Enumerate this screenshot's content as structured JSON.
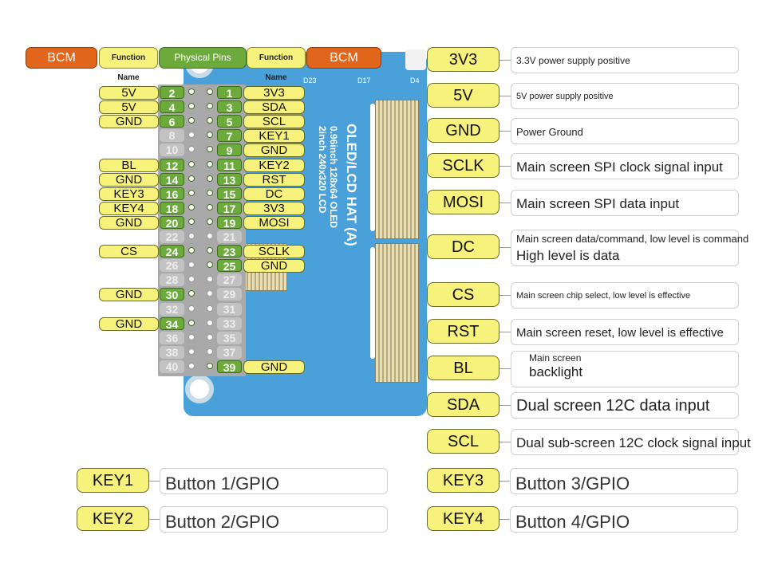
{
  "header": {
    "bcm_left": "BCM",
    "function_name_left": "Function Name",
    "physical_pins": "Physical Pins",
    "function_name_right": "Function Name",
    "bcm_right": "BCM"
  },
  "board": {
    "title": "OLED/LCD HAT (A)",
    "line1": "0.96inch 128x64 OLED",
    "line2": "2inch 240x320 LCD",
    "labels": [
      "D17",
      "D23",
      "D4"
    ]
  },
  "pins": [
    {
      "num": "1",
      "active": true,
      "side": "right",
      "func": "3V3"
    },
    {
      "num": "2",
      "active": true,
      "side": "left",
      "func": "5V"
    },
    {
      "num": "3",
      "active": true,
      "side": "right",
      "func": "SDA"
    },
    {
      "num": "4",
      "active": true,
      "side": "left",
      "func": "5V"
    },
    {
      "num": "5",
      "active": true,
      "side": "right",
      "func": "SCL"
    },
    {
      "num": "6",
      "active": true,
      "side": "left",
      "func": "GND"
    },
    {
      "num": "7",
      "active": true,
      "side": "right",
      "func": "KEY1"
    },
    {
      "num": "8",
      "active": false,
      "side": "left",
      "func": ""
    },
    {
      "num": "9",
      "active": true,
      "side": "right",
      "func": "GND"
    },
    {
      "num": "10",
      "active": false,
      "side": "left",
      "func": ""
    },
    {
      "num": "11",
      "active": true,
      "side": "right",
      "func": "KEY2"
    },
    {
      "num": "12",
      "active": true,
      "side": "left",
      "func": "BL"
    },
    {
      "num": "13",
      "active": true,
      "side": "right",
      "func": "RST"
    },
    {
      "num": "14",
      "active": true,
      "side": "left",
      "func": "GND"
    },
    {
      "num": "15",
      "active": true,
      "side": "right",
      "func": "DC"
    },
    {
      "num": "16",
      "active": true,
      "side": "left",
      "func": "KEY3"
    },
    {
      "num": "17",
      "active": true,
      "side": "right",
      "func": "3V3"
    },
    {
      "num": "18",
      "active": true,
      "side": "left",
      "func": "KEY4"
    },
    {
      "num": "19",
      "active": true,
      "side": "right",
      "func": "MOSI"
    },
    {
      "num": "20",
      "active": true,
      "side": "left",
      "func": "GND"
    },
    {
      "num": "21",
      "active": false,
      "side": "right",
      "func": ""
    },
    {
      "num": "22",
      "active": false,
      "side": "left",
      "func": ""
    },
    {
      "num": "23",
      "active": true,
      "side": "right",
      "func": "SCLK"
    },
    {
      "num": "24",
      "active": true,
      "side": "left",
      "func": "CS"
    },
    {
      "num": "25",
      "active": true,
      "side": "right",
      "func": "GND"
    },
    {
      "num": "26",
      "active": false,
      "side": "left",
      "func": ""
    },
    {
      "num": "27",
      "active": false,
      "side": "right",
      "func": ""
    },
    {
      "num": "28",
      "active": false,
      "side": "left",
      "func": ""
    },
    {
      "num": "29",
      "active": false,
      "side": "right",
      "func": ""
    },
    {
      "num": "30",
      "active": true,
      "side": "left",
      "func": "GND"
    },
    {
      "num": "31",
      "active": false,
      "side": "right",
      "func": ""
    },
    {
      "num": "32",
      "active": false,
      "side": "left",
      "func": ""
    },
    {
      "num": "33",
      "active": false,
      "side": "right",
      "func": ""
    },
    {
      "num": "34",
      "active": true,
      "side": "left",
      "func": "GND"
    },
    {
      "num": "35",
      "active": false,
      "side": "right",
      "func": ""
    },
    {
      "num": "36",
      "active": false,
      "side": "left",
      "func": ""
    },
    {
      "num": "37",
      "active": false,
      "side": "right",
      "func": ""
    },
    {
      "num": "38",
      "active": false,
      "side": "left",
      "func": ""
    },
    {
      "num": "39",
      "active": true,
      "side": "right",
      "func": "GND"
    },
    {
      "num": "40",
      "active": false,
      "side": "left",
      "func": ""
    }
  ],
  "legend": [
    {
      "label": "3V3",
      "desc": [
        "3.3V power supply positive"
      ]
    },
    {
      "label": "5V",
      "desc": [
        "5V power supply positive"
      ]
    },
    {
      "label": "GND",
      "desc": [
        "Power Ground"
      ]
    },
    {
      "label": "SCLK",
      "desc": [
        "Main screen SPI clock signal input"
      ]
    },
    {
      "label": "MOSI",
      "desc": [
        "Main screen SPI data input"
      ]
    },
    {
      "label": "DC",
      "desc": [
        "Main screen data/command, low level is command",
        "High level is data"
      ]
    },
    {
      "label": "CS",
      "desc": [
        "Main screen chip select, low level is effective"
      ]
    },
    {
      "label": "RST",
      "desc": [
        "Main screen reset, low level is effective"
      ]
    },
    {
      "label": "BL",
      "desc": [
        "Main screen",
        "backlight"
      ]
    },
    {
      "label": "SDA",
      "desc": [
        "Dual screen 12C data input"
      ]
    },
    {
      "label": "SCL",
      "desc": [
        "Dual sub-screen 12C clock signal input"
      ]
    }
  ],
  "keys": [
    {
      "label": "KEY1",
      "desc": "Button 1/GPIO"
    },
    {
      "label": "KEY2",
      "desc": "Button 2/GPIO"
    },
    {
      "label": "KEY3",
      "desc": "Button 3/GPIO"
    },
    {
      "label": "KEY4",
      "desc": "Button 4/GPIO"
    }
  ],
  "colors": {
    "bcm": "#e2651c",
    "function_name": "#f7f27c",
    "physical_pin_active": "#6daa3c",
    "physical_pin_inactive": "#c2c2c2",
    "board": "#4aa0d8"
  }
}
